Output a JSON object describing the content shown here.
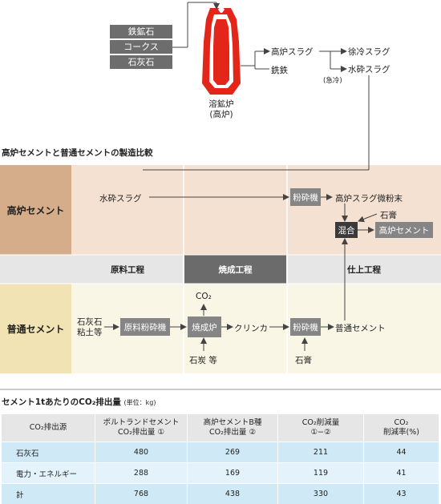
{
  "top": {
    "raw_materials": [
      "鉄鉱石",
      "コークス",
      "石灰石"
    ],
    "furnace_label": "溶鉱炉\n(高炉)",
    "outputs": {
      "slag": "高炉スラグ",
      "iron": "銑鉄",
      "slow_cooled": "徐冷スラグ",
      "granulated": "水砕スラグ",
      "quench_note": "(急冷)"
    }
  },
  "comparison": {
    "title": "高炉セメントと普通セメントの製造比較",
    "row_bf": "高炉セメント",
    "row_normal": "普通セメント",
    "stages": [
      "原料工程",
      "焼成工程",
      "仕上工程"
    ],
    "bf": {
      "granulated_slag": "水砕スラグ",
      "mill": "粉砕機",
      "fine_powder": "高炉スラグ微粉末",
      "gypsum": "石膏",
      "mix": "混合",
      "product": "高炉セメント"
    },
    "normal": {
      "raw": "石灰石\n粘土等",
      "raw_mill": "原料粉砕機",
      "kiln": "焼成炉",
      "co2": "CO₂",
      "fuel": "石炭 等",
      "clinker": "クリンカ",
      "mill": "粉砕機",
      "gypsum": "石膏",
      "product": "普通セメント"
    }
  },
  "emissions": {
    "title": "セメント1tあたりのCO₂排出量",
    "unit": "(単位：kg)",
    "headers": [
      "CO₂排出源",
      "ポルトランドセメント\nCO₂排出量 ①",
      "高炉セメントB種\nCO₂排出量 ②",
      "CO₂削減量\n①−②",
      "CO₂\n削減率(%)"
    ],
    "rows": [
      [
        "石灰石",
        "480",
        "269",
        "211",
        "44"
      ],
      [
        "電力・エネルギー",
        "288",
        "169",
        "119",
        "41"
      ],
      [
        "計",
        "768",
        "438",
        "330",
        "43"
      ]
    ]
  },
  "colors": {
    "furnace_red": "#e32619",
    "bf_row": "#f4e1d1",
    "bf_label": "#d5ad8a",
    "normal_row": "#f9f6e6",
    "normal_label": "#f1e3b3",
    "stage_band": "#e6e6e6",
    "stage_active": "#6b6b6b"
  }
}
